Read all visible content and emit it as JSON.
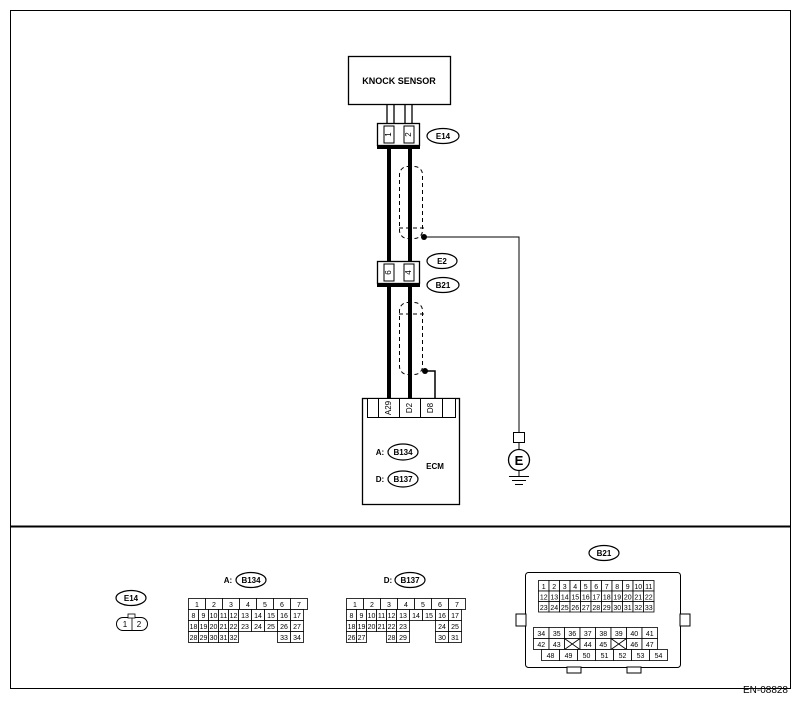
{
  "sensor": {
    "label": "KNOCK SENSOR"
  },
  "connectors": {
    "e14": {
      "code": "E14",
      "pins": [
        "1",
        "2"
      ]
    },
    "e2": {
      "code": "E2",
      "pins": [
        "6",
        "4"
      ]
    },
    "b21": {
      "code": "B21"
    }
  },
  "ground": {
    "label": "E"
  },
  "ecm": {
    "label": "ECM",
    "terminals": [
      "A29",
      "D2",
      "D8"
    ],
    "connector_a": {
      "prefix": "A:",
      "code": "B134"
    },
    "connector_d": {
      "prefix": "D:",
      "code": "B137"
    }
  },
  "legend": {
    "e14": {
      "code": "E14",
      "pins": [
        "1",
        "2"
      ]
    },
    "b134": {
      "prefix": "A:",
      "code": "B134",
      "rows": [
        [
          "1",
          "2",
          "3",
          "4",
          "5",
          "6",
          "7"
        ],
        [
          "8",
          "9",
          "10",
          "11",
          "12",
          "13",
          "14",
          "15",
          "16",
          "17"
        ],
        [
          "18",
          "19",
          "20",
          "21",
          "22",
          "23",
          "24",
          "25",
          "26",
          "27"
        ],
        [
          "28",
          "29",
          "30",
          "31",
          "32",
          "33",
          "34"
        ]
      ]
    },
    "b137": {
      "prefix": "D:",
      "code": "B137",
      "rows": [
        [
          "1",
          "2",
          "3",
          "4",
          "5",
          "6",
          "7"
        ],
        [
          "8",
          "9",
          "10",
          "11",
          "12",
          "13",
          "14",
          "15",
          "16",
          "17"
        ],
        [
          "18",
          "19",
          "20",
          "21",
          "22",
          "23",
          "24",
          "25"
        ],
        [
          "26",
          "27",
          "28",
          "29",
          "30",
          "31"
        ]
      ]
    },
    "b21": {
      "code": "B21",
      "rows": [
        [
          "1",
          "2",
          "3",
          "4",
          "5",
          "6",
          "7",
          "8",
          "9",
          "10",
          "11"
        ],
        [
          "12",
          "13",
          "14",
          "15",
          "16",
          "17",
          "18",
          "19",
          "20",
          "21",
          "22"
        ],
        [
          "23",
          "24",
          "25",
          "26",
          "27",
          "28",
          "29",
          "30",
          "31",
          "32",
          "33"
        ],
        [
          "34",
          "35",
          "36",
          "37",
          "38",
          "39",
          "40",
          "41"
        ],
        [
          "42",
          "43",
          "44",
          "45",
          "46",
          "47"
        ],
        [
          "48",
          "49",
          "50",
          "51",
          "52",
          "53",
          "54"
        ]
      ]
    }
  },
  "figure_id": "EN-08828"
}
